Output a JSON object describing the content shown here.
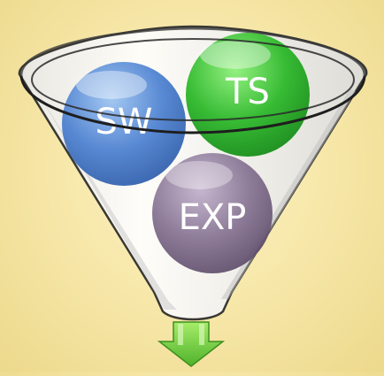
{
  "diagram": {
    "balls": [
      {
        "id": "sw",
        "label": "SW",
        "color": "#4a7fd0"
      },
      {
        "id": "ts",
        "label": "TS",
        "color": "#2db82a"
      },
      {
        "id": "exp",
        "label": "EXP",
        "color": "#857292"
      }
    ],
    "funnel": {
      "fill": "#ffffff",
      "stroke": "#2a2a2a"
    },
    "arrow": {
      "color": "#7fd24a"
    }
  }
}
